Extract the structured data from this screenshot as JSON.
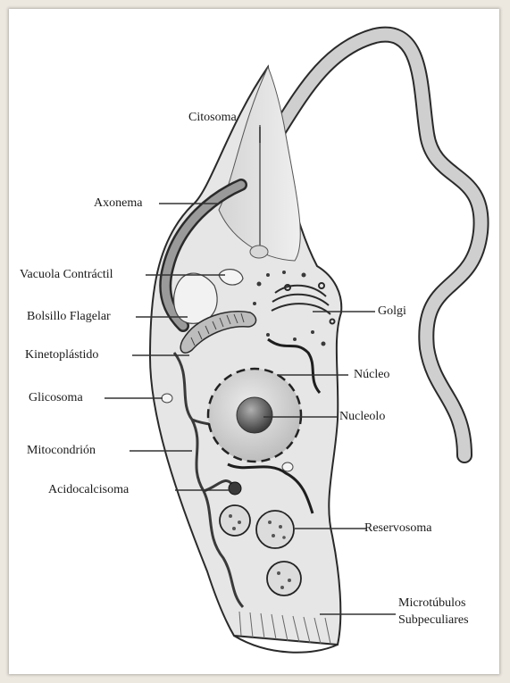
{
  "labels": {
    "citosoma": "Citosoma",
    "axonema": "Axonema",
    "vacuola": "Vacuola Contráctil",
    "bolsillo": "Bolsillo Flagelar",
    "kineto": "Kinetoplástido",
    "glicosoma": "Glicosoma",
    "mitocondrion": "Mitocondrión",
    "acidocalcisoma": "Acidocalcisoma",
    "golgi": "Golgi",
    "nucleo": "Núcleo",
    "nucleolo": "Nucleolo",
    "reservosoma": "Reservosoma",
    "microtubulos_1": "Microtúbulos",
    "microtubulos_2": "Subpeculiares"
  },
  "colors": {
    "cell_fill": "#e6e6e6",
    "outline": "#2a2a2a",
    "nucleus": "#cfcfcf",
    "nucleolo": "#6a6a6a"
  }
}
